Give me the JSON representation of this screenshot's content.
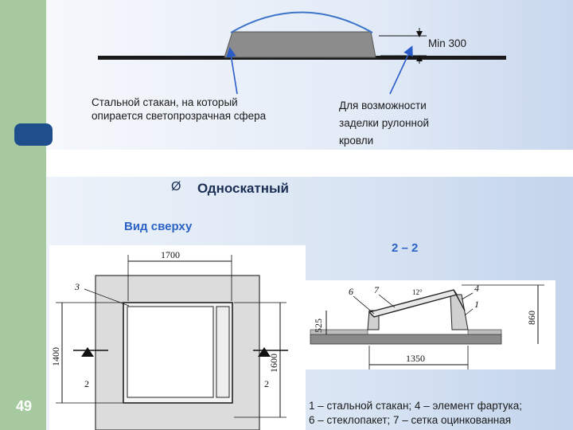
{
  "slide": {
    "page_number": "49"
  },
  "top_diagram": {
    "min_label": "Min 300",
    "caption_left_line1": "Стальной стакан, на который",
    "caption_left_line2": "опирается светопрозрачная сфера",
    "caption_right_line1": "Для возможности",
    "caption_right_line2": "заделки рулонной",
    "caption_right_line3": "кровли",
    "colors": {
      "dome_arc": "#3b73c9",
      "curb_fill": "#8c8c8c",
      "arrow": "#2a5cc8"
    }
  },
  "section": {
    "bullet": "Ø",
    "heading": "Односкатный",
    "plan_label": "Вид сверху",
    "section_label": "2 – 2"
  },
  "plan_drawing": {
    "dim_top": "1700",
    "dim_left": "1400",
    "dim_right": "1600",
    "callout": "3",
    "cut_mark_left": "2",
    "cut_mark_right": "2"
  },
  "section_drawing": {
    "dim_bottom": "1350",
    "dim_left": "525",
    "dim_right": "860",
    "slope": "12°",
    "callout_6": "6",
    "callout_7": "7",
    "callout_4": "4",
    "callout_1": "1"
  },
  "legend": {
    "line1": "1 – стальной стакан; 4 – элемент фартука;",
    "line2": "6 – стеклопакет; 7 – сетка оцинкованная"
  }
}
